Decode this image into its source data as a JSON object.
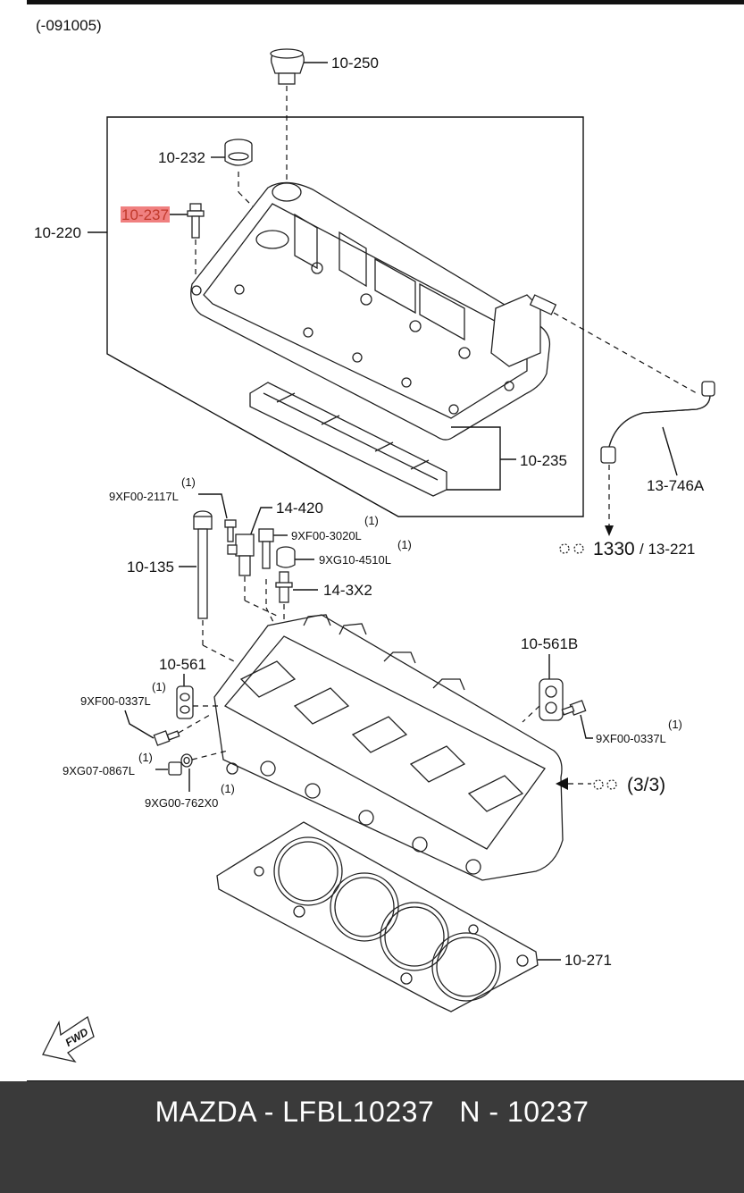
{
  "header": {
    "serial_range": "(-091005)"
  },
  "highlight_color": "#f08080",
  "callouts": {
    "oil_cap": "10-250",
    "plug_seal": "10-232",
    "bolt_highlighted": "10-237",
    "cylinder_head_cover": "10-220",
    "cover_gasket": "10-235",
    "ventilation_hose": "13-746A",
    "ref_group": "1330",
    "ref_part": "/ 13-221",
    "bolt_9xf00_2117l": "9XF00-2117L",
    "sensor_14_420": "14-420",
    "bolt_9xf00_3020l": "9XF00-3020L",
    "head_bolt_10_135": "10-135",
    "seal_9xg10_4510l": "9XG10-4510L",
    "stud_14_3x2": "14-3X2",
    "gasket_10_561b": "10-561B",
    "gasket_10_561": "10-561",
    "bolt_9xf00_0337l_left": "9XF00-0337L",
    "bolt_9xf00_0337l_right": "9XF00-0337L",
    "plug_9xg07_0867l": "9XG07-0867L",
    "washer_9xg00_762x0": "9XG00-762X0",
    "ref_sheet": "(3/3)",
    "head_gasket": "10-271",
    "fwd_arrow": "FWD"
  },
  "quantities": {
    "q_9xf00_2117l": "(1)",
    "q_9xf00_3020l": "(1)",
    "q_9xg10_4510l": "(1)",
    "q_9xf00_0337l_left": "(1)",
    "q_9xf00_0337l_right": "(1)",
    "q_9xg07_0867l": "(1)",
    "q_9xg00_762x0": "(1)"
  },
  "footer": {
    "caption": "MAZDA - LFBL10237   N - 10237"
  }
}
